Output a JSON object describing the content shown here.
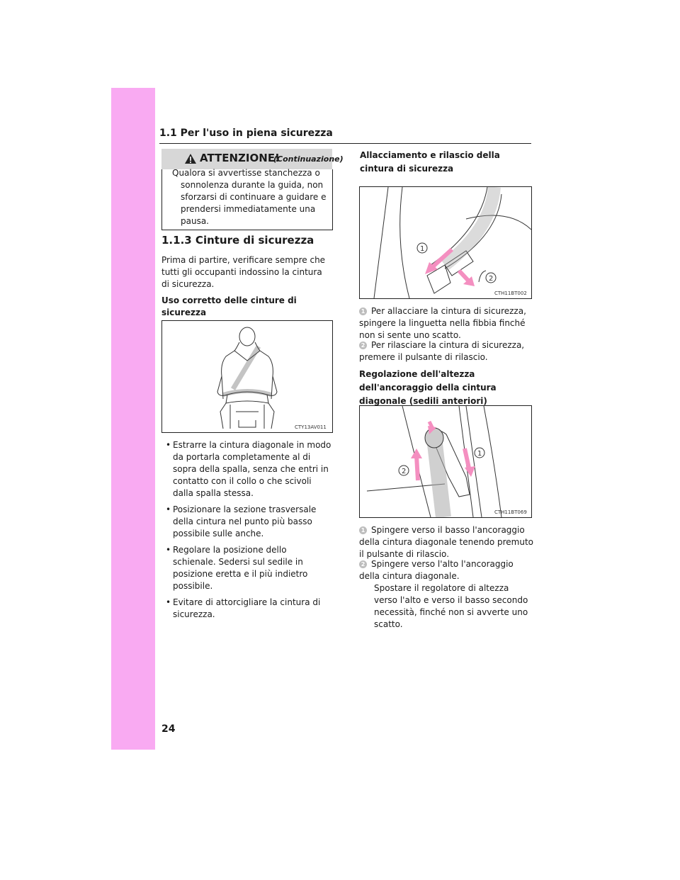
{
  "header": {
    "title": "1.1 Per l'uso in piena sicurezza"
  },
  "page_number": "24",
  "warning": {
    "label": "ATTENZIONE!",
    "continuation": "(Continuazione)",
    "text": "Qualora si avvertisse stanchezza o sonnolenza durante la guida, non sforzarsi di continuare a guidare e prendersi immediatamente una pausa."
  },
  "section": {
    "title": "1.1.3  Cinture di sicurezza",
    "intro": "Prima di partire, verificare sempre che tutti gli occupanti indossino la cintura di sicurezza.",
    "subheading": "Uso corretto delle cinture di sicurezza",
    "figure1_code": "CTY13AV011",
    "bullets": [
      "Estrarre la cintura diagonale in modo da portarla completamente al di sopra della spalla, senza che entri in contatto con il collo o che scivoli dalla spalla stessa.",
      "Posizionare la sezione trasversale della cintura nel punto più basso possibile sulle anche.",
      "Regolare la posizione dello schienale. Sedersi sul sedile in posizione eretta e il più indietro possibile.",
      "Evitare di attorcigliare la cintura di sicurezza."
    ]
  },
  "right": {
    "heading1": "Allacciamento e rilascio della cintura di sicurezza",
    "figure2_code": "CTH11BT002",
    "step1_num": "1",
    "step1": "Per allacciare la cintura di sicurezza, spingere la linguetta nella fibbia finché non si sente uno scatto.",
    "step2_num": "2",
    "step2": "Per rilasciare la cintura di sicurezza, premere il pulsante di rilascio.",
    "heading2": "Regolazione dell'altezza dell'ancoraggio della cintura diagonale (sedili anteriori)",
    "figure3_code": "CTH11BT069",
    "step3_num": "1",
    "step3": "Spingere verso il basso l'ancoraggio della cintura diagonale tenendo premuto il pulsante di rilascio.",
    "step4_num": "2",
    "step4": "Spingere verso l'alto l'ancoraggio della cintura diagonale.",
    "step4_note": "Spostare il regolatore di altezza verso l'alto e verso il basso secondo necessità, finché non si avverte uno scatto."
  }
}
